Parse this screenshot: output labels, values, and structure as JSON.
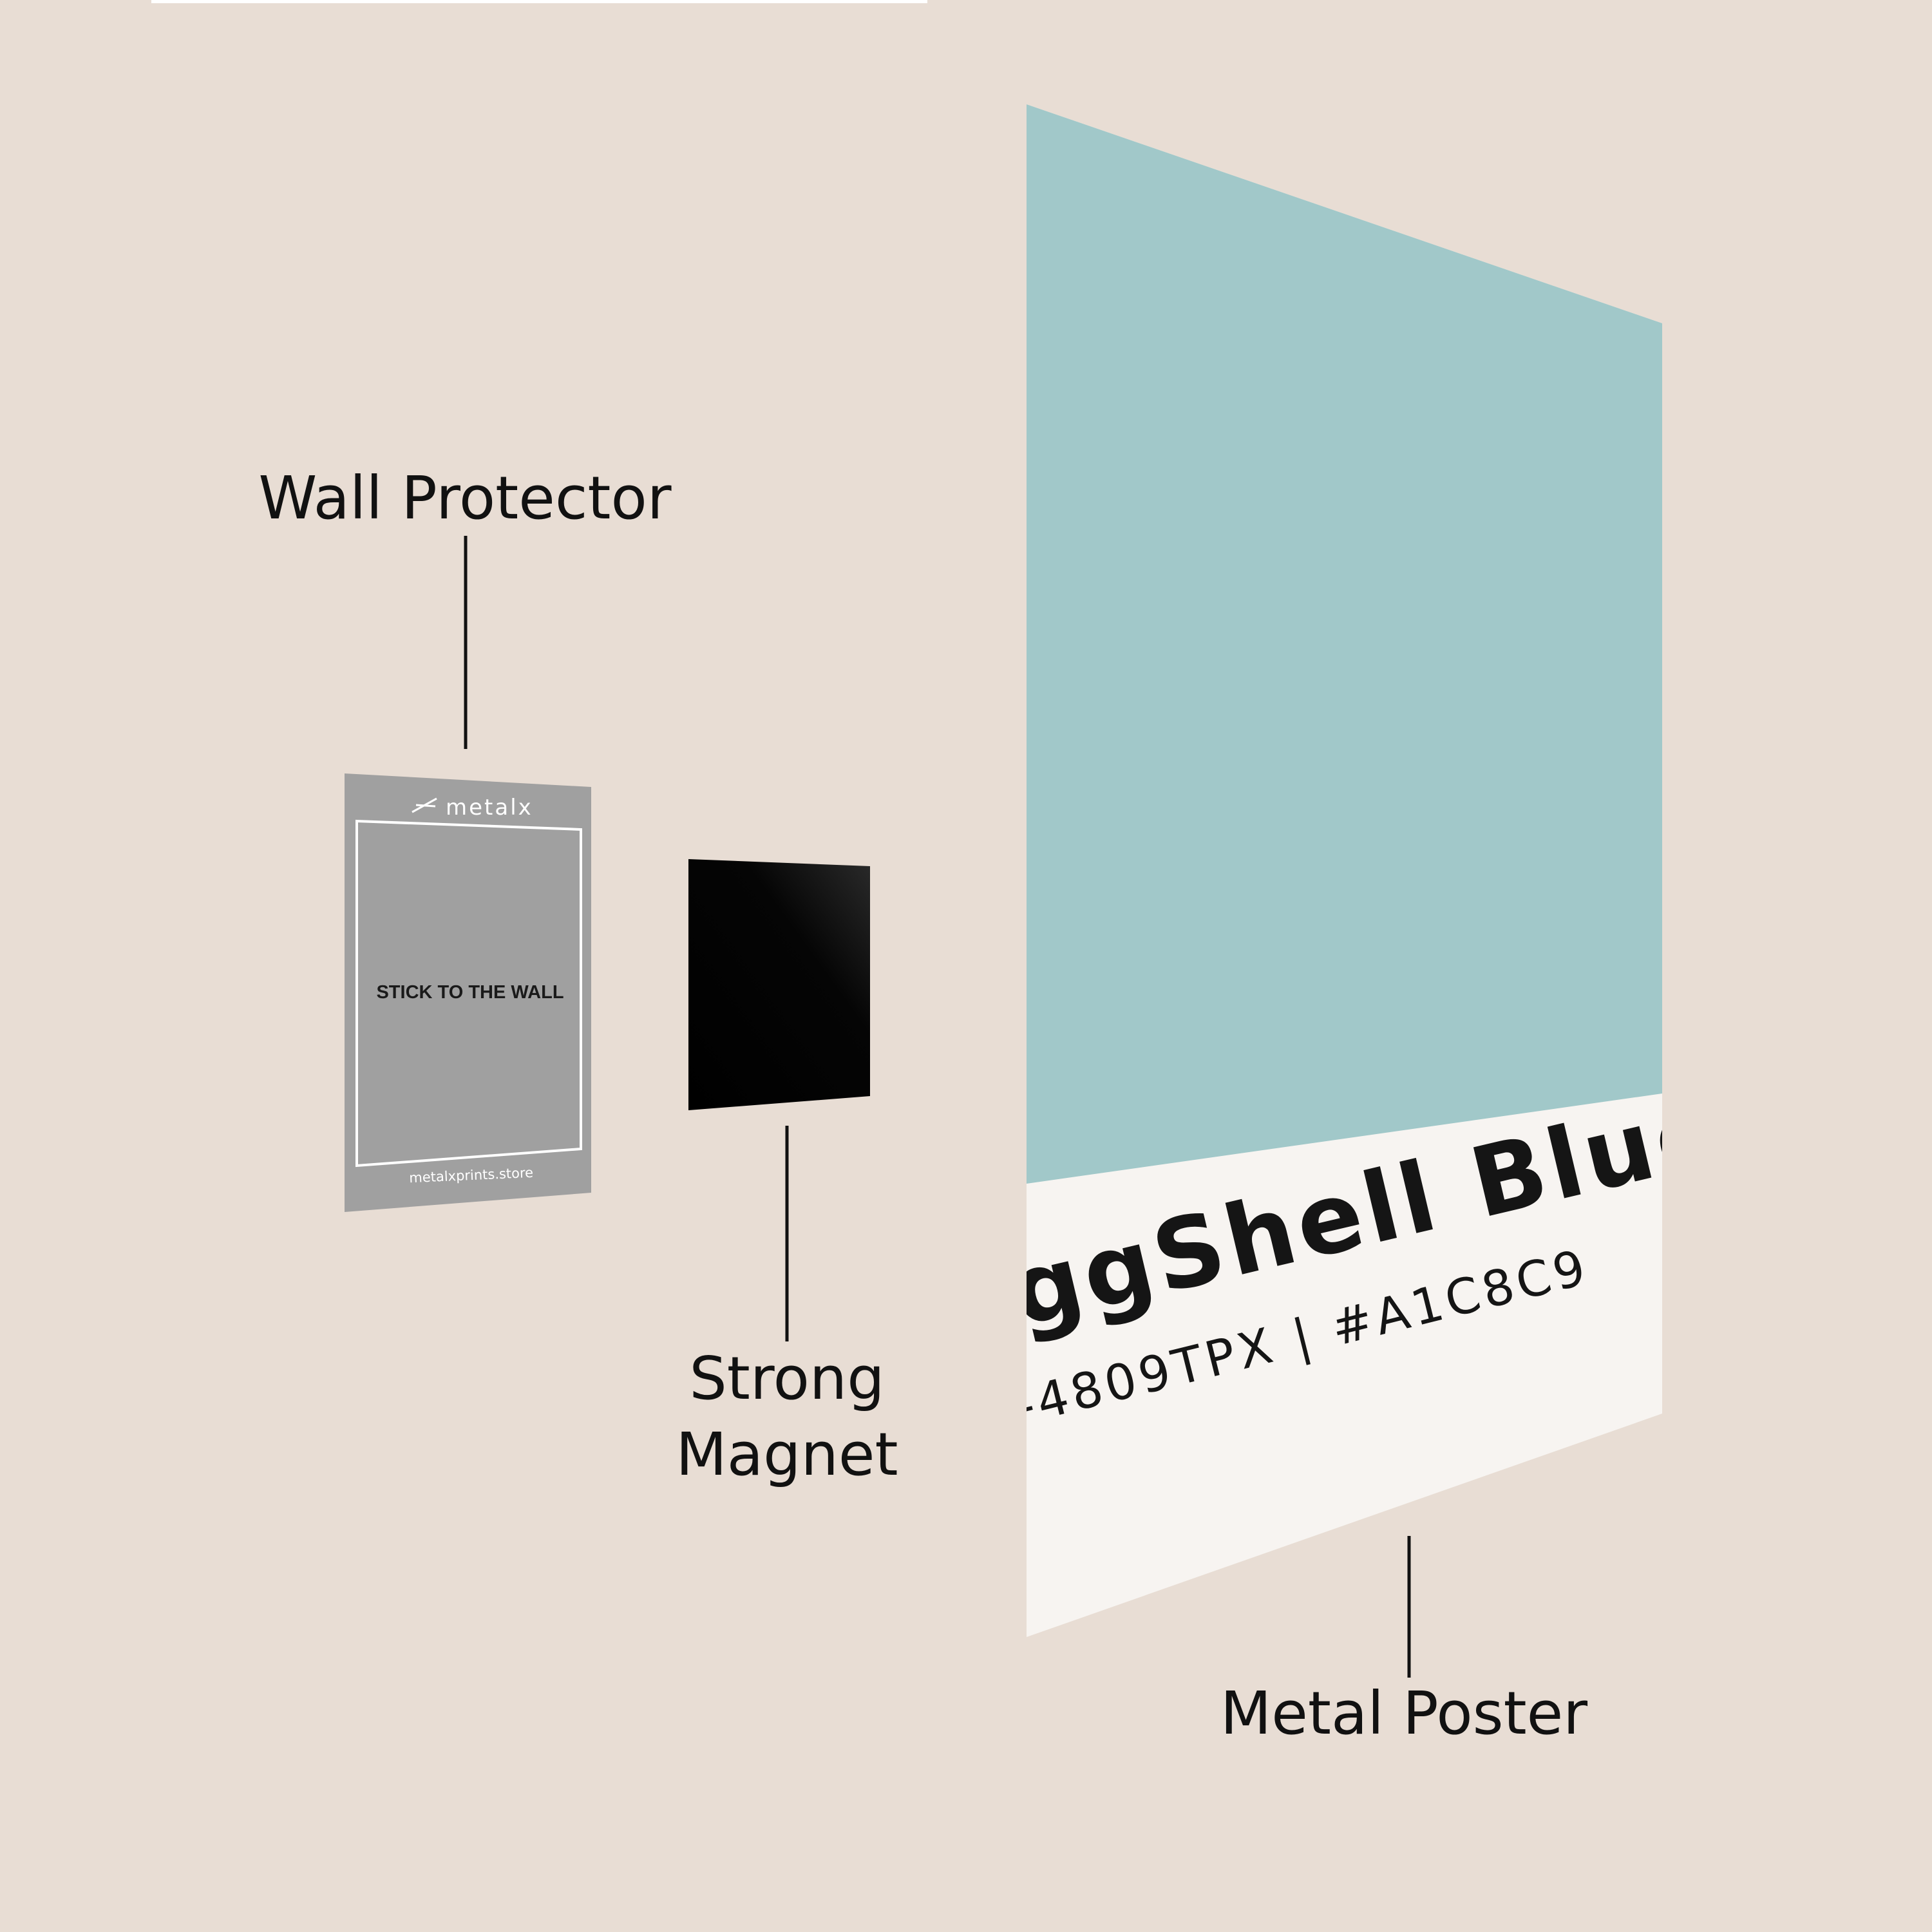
{
  "labels": {
    "wall_protector": "Wall Protector",
    "strong_magnet_line1": "Strong",
    "strong_magnet_line2": "Magnet",
    "metal_poster": "Metal Poster"
  },
  "wall_protector": {
    "brand": "metalx",
    "instruction": "STICK TO THE WALL",
    "url": "metalxprints.store"
  },
  "poster": {
    "color_name": "ggShell Blue®",
    "color_codes": "-4809TPX | #A1C8C9",
    "swatch_color": "#A1C8C9"
  },
  "colors": {
    "background": "#E8DDD4",
    "protector": "#A0A0A0",
    "magnet": "#000000",
    "poster_label_area": "#F7F4F1"
  }
}
